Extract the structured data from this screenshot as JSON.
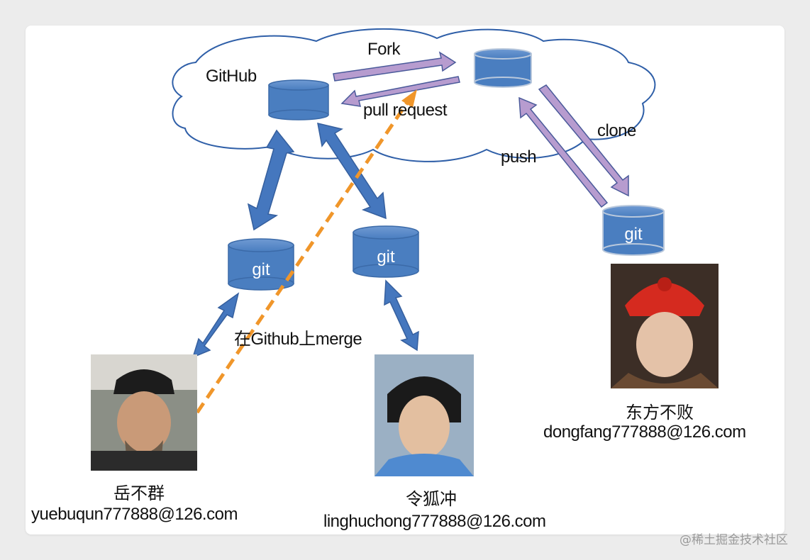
{
  "cloud_label": "GitHub",
  "arrows": {
    "fork": "Fork",
    "pull_request": "pull request",
    "clone": "clone",
    "push": "push",
    "merge": "在Github上merge"
  },
  "repo_label": "git",
  "people": [
    {
      "name": "岳不群",
      "email": "yuebuqun777888@126.com"
    },
    {
      "name": "令狐冲",
      "email": "linghuchong777888@126.com"
    },
    {
      "name": "东方不败",
      "email": "dongfang777888@126.com"
    }
  ],
  "watermark": "@稀土掘金技术社区",
  "colors": {
    "repo_blue": "#4a7ec0",
    "double_arrow_blue": "#4577be",
    "lavender_arrow": "#b79ccf",
    "dashed_orange": "#f0962a",
    "cloud_stroke": "#2f5fa8"
  }
}
